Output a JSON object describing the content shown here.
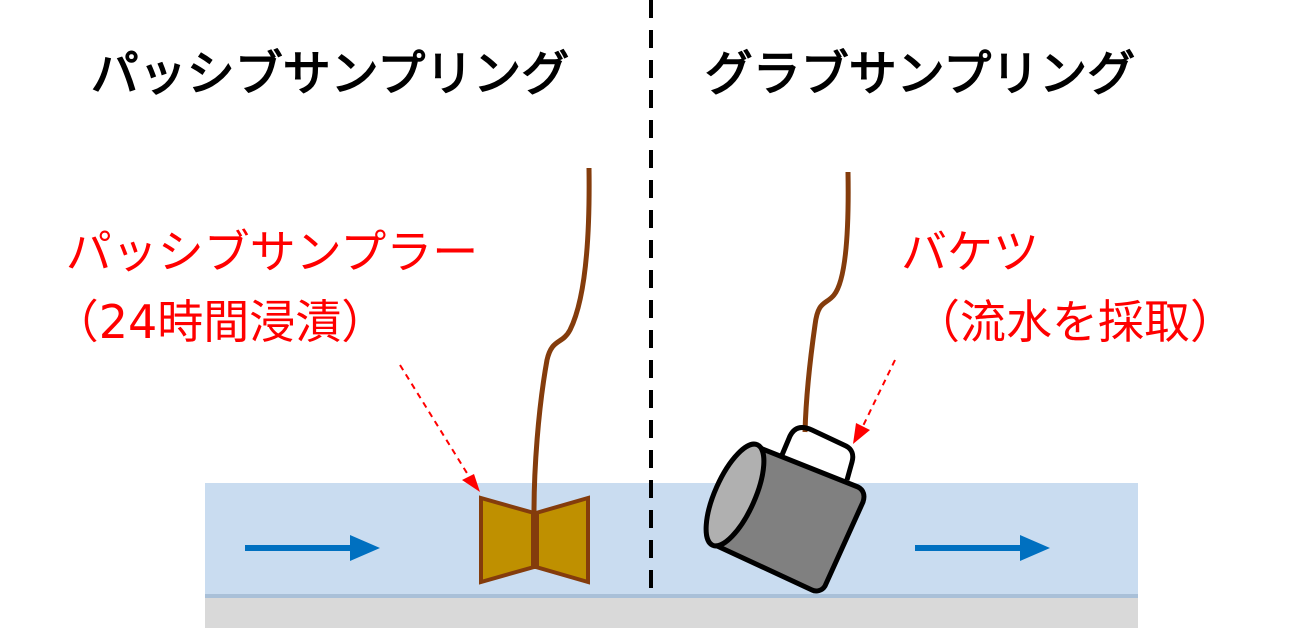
{
  "left": {
    "title": "パッシブサンプリング",
    "label_line1": "パッシブサンプラー",
    "label_line2": "（24時間浸漬）"
  },
  "right": {
    "title": "グラブサンプリング",
    "label_line1": "バケツ",
    "label_line2": "（流水を採取）"
  },
  "colors": {
    "water": "#c9dcf0",
    "ground": "#d9d9d9",
    "rope": "#843c0c",
    "sampler": "#bf9000",
    "bucket": "#808080",
    "flow_arrow": "#0070c0",
    "label": "#ff0000"
  }
}
